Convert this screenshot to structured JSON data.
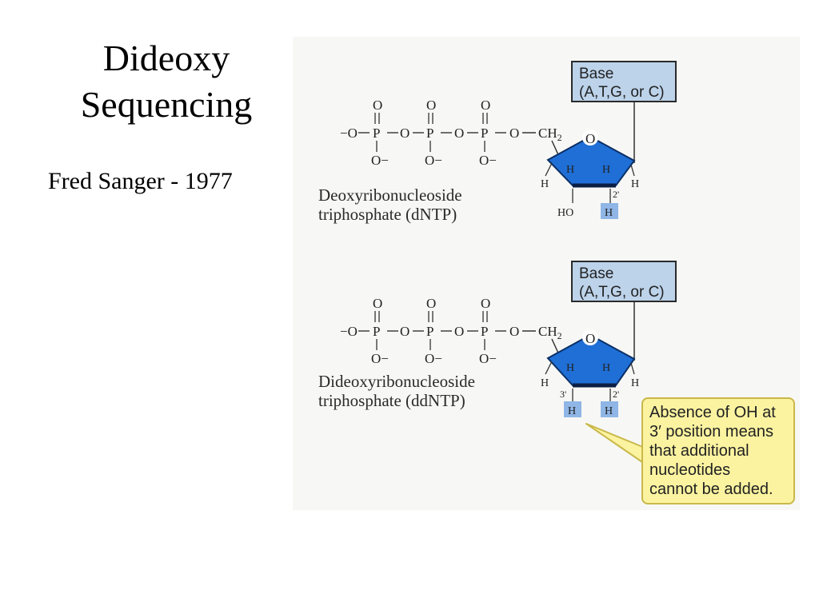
{
  "slide": {
    "title_line1": "Dideoxy",
    "title_line2": "Sequencing",
    "subtitle": "Fred Sanger - 1977"
  },
  "figure": {
    "dntp": {
      "name_line1": "Deoxyribonucleoside",
      "name_line2": "triphosphate (dNTP)",
      "base_line1": "Base",
      "base_line2": "(A,T,G, or C)",
      "ring_o": "O",
      "h_top_left": "H",
      "h_top_right": "H",
      "h_left": "H",
      "h_right": "H",
      "carbon_2": "2'",
      "ho_3": "HO",
      "h_2": "H"
    },
    "ddntp": {
      "name_line1": "Dideoxyribonucleoside",
      "name_line2": "triphosphate (ddNTP)",
      "base_line1": "Base",
      "base_line2": "(A,T,G, or C)",
      "ring_o": "O",
      "h_top_left": "H",
      "h_top_right": "H",
      "h_left": "H",
      "h_right": "H",
      "carbon_3": "3'",
      "carbon_2": "2'",
      "h_3": "H",
      "h_2": "H"
    },
    "phosphate_chain": {
      "oxygen_top": "O",
      "oxygen_minus": "O−",
      "terminal": "−O",
      "phosphorus": "P",
      "bridge_oxygen": "O",
      "ch2": "CH",
      "ch2_subscript": "2"
    },
    "callout": {
      "line1": "Absence of OH at",
      "line2": "3′ position means",
      "line3": "that additional",
      "line4": "nucleotides",
      "line5": "cannot be added."
    },
    "colors": {
      "sugar_ring": "#1f6fd6",
      "label_box": "#bcd3ea",
      "callout_bg": "#fbf3a0"
    }
  }
}
